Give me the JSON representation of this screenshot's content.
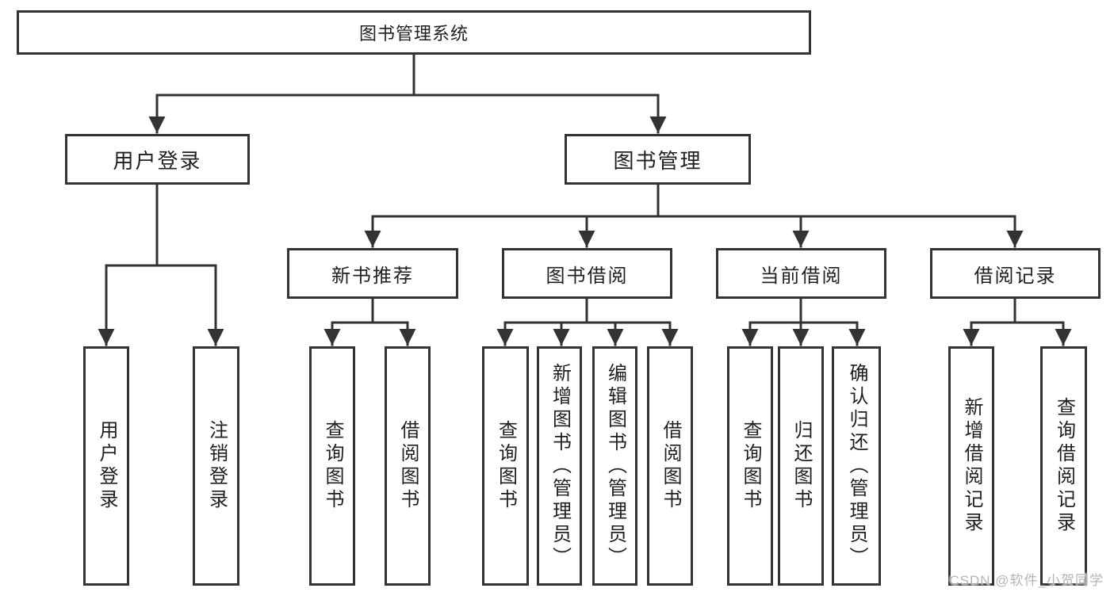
{
  "diagram": {
    "root": {
      "label": "图书管理系统"
    },
    "modules": [
      {
        "label": "用户登录",
        "children": [
          {
            "label": "用户登录"
          },
          {
            "label": "注销登录"
          }
        ]
      },
      {
        "label": "图书管理",
        "submodules": [
          {
            "label": "新书推荐",
            "children": [
              {
                "label": "查询图书"
              },
              {
                "label": "借阅图书"
              }
            ]
          },
          {
            "label": "图书借阅",
            "children": [
              {
                "label": "查询图书"
              },
              {
                "label": "新增图书（管理员）"
              },
              {
                "label": "编辑图书（管理员）"
              },
              {
                "label": "借阅图书"
              }
            ]
          },
          {
            "label": "当前借阅",
            "children": [
              {
                "label": "查询图书"
              },
              {
                "label": "归还图书"
              },
              {
                "label": "确认归还（管理员）"
              }
            ]
          },
          {
            "label": "借阅记录",
            "children": [
              {
                "label": "新增借阅记录"
              },
              {
                "label": "查询借阅记录"
              }
            ]
          }
        ]
      }
    ]
  },
  "watermark": {
    "text": "CSDN @软件_小贺同学"
  },
  "colors": {
    "line": "#333333",
    "box_border": "#333333",
    "text": "#1f1f1f",
    "background": "#ffffff",
    "watermark": "#b5b5b5"
  }
}
